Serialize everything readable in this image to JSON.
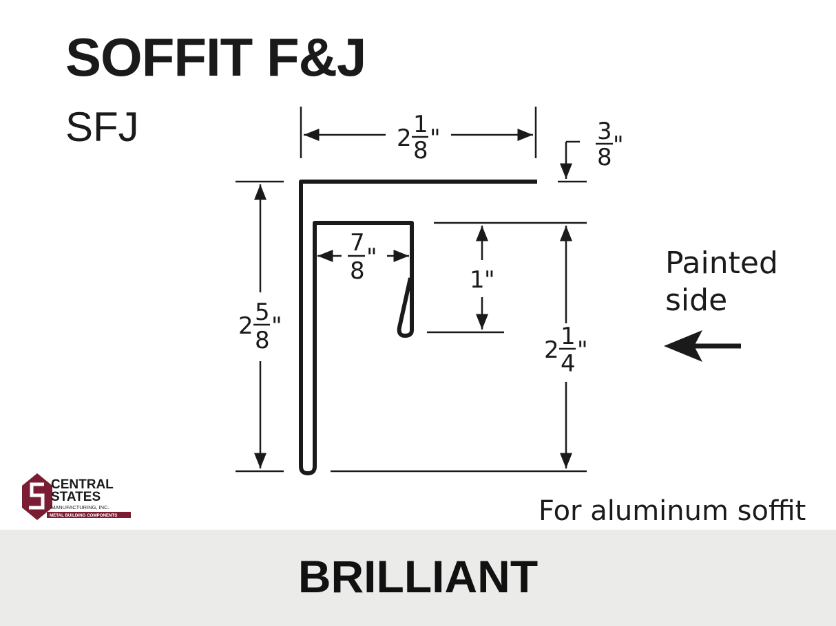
{
  "title": "SOFFIT F&J",
  "code": "SFJ",
  "finish": "BRILLIANT",
  "note": "For aluminum soffit",
  "painted_side": [
    "Painted",
    "side"
  ],
  "dimensions": {
    "top_width": {
      "whole": "2",
      "num": "1",
      "den": "8"
    },
    "lip": {
      "num": "3",
      "den": "8"
    },
    "inner_width": {
      "num": "7",
      "den": "8"
    },
    "channel_depth": {
      "whole": "1"
    },
    "total_height": {
      "whole": "2",
      "num": "5",
      "den": "8"
    },
    "channel_height": {
      "whole": "2",
      "num": "1",
      "den": "4"
    },
    "inch_mark": "\""
  },
  "logo": {
    "line1": "CENTRAL",
    "line2": "STATES",
    "line3": "MANUFACTURING, INC.",
    "line4": "METAL BUILDING COMPONENTS"
  },
  "colors": {
    "ink": "#1a1a1a",
    "brand": "#7a1d33",
    "band": "#ebebea"
  }
}
